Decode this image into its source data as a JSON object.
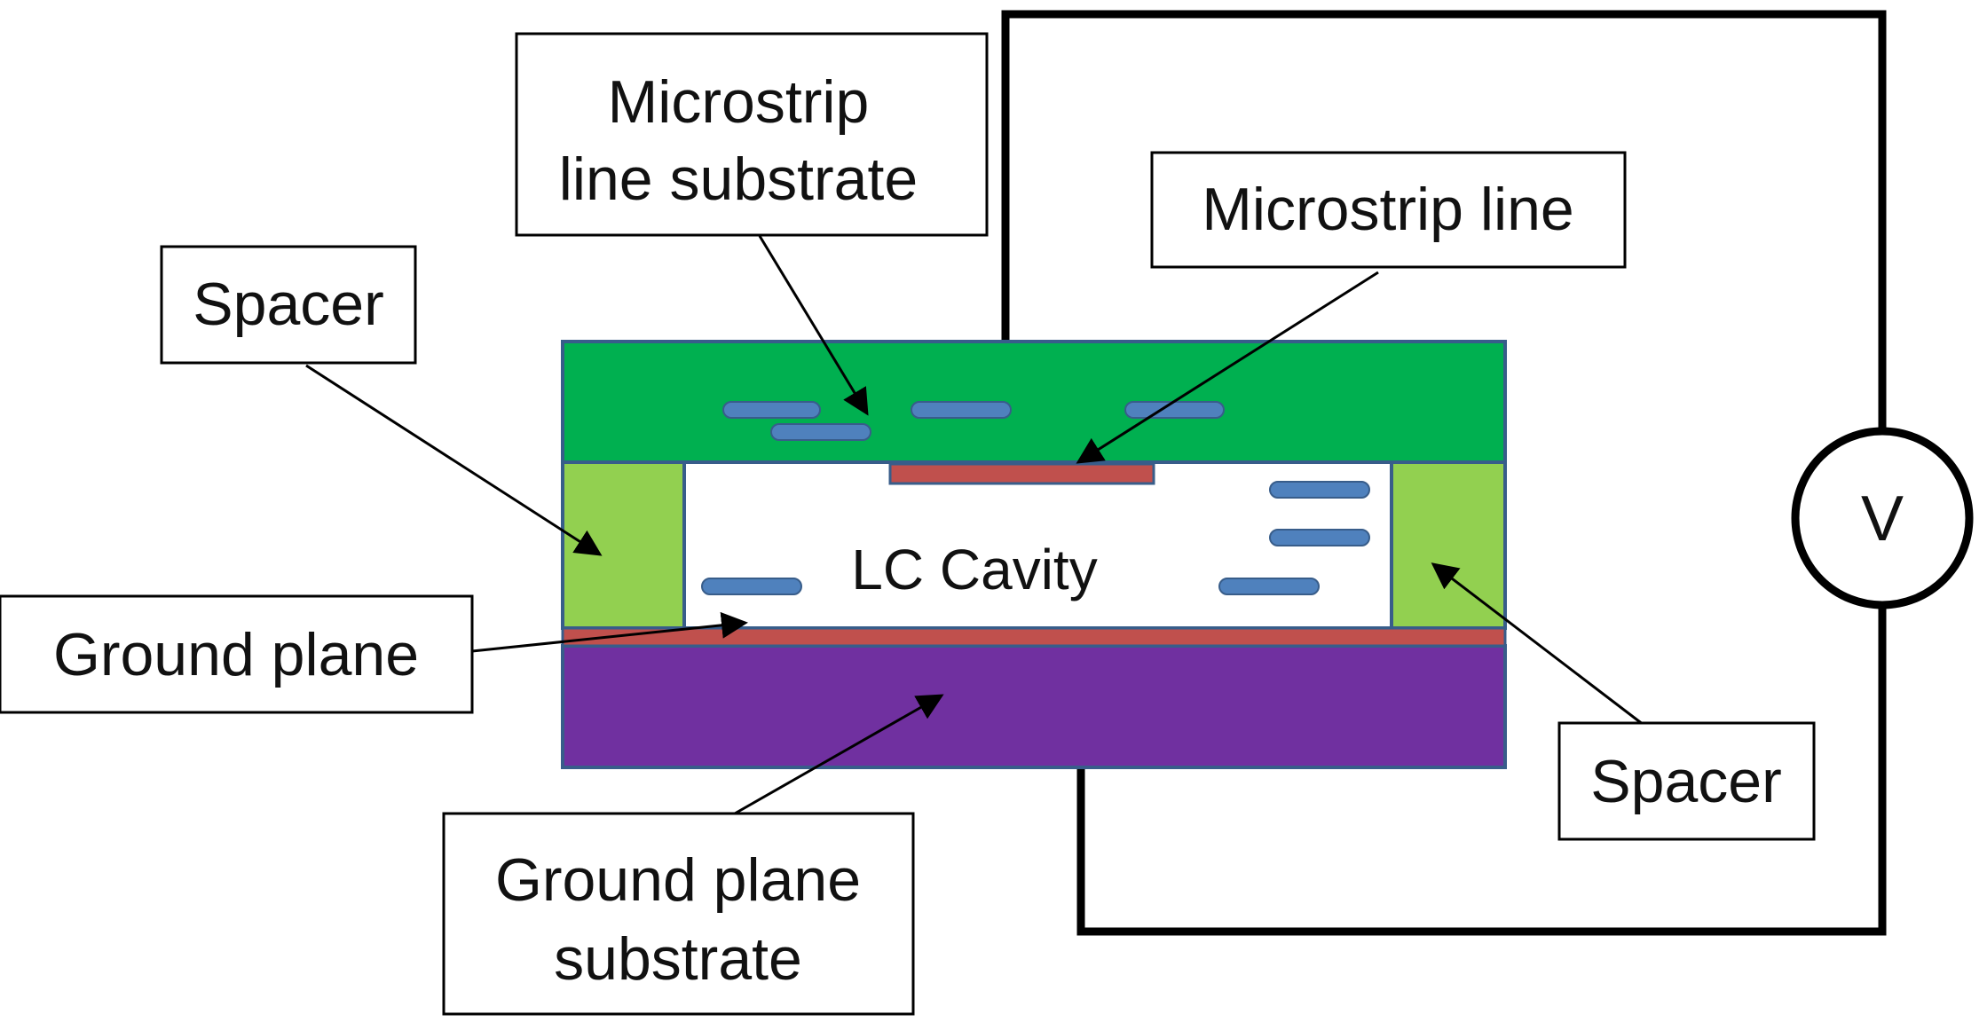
{
  "labels": {
    "microstrip_line_substrate": [
      "Microstrip",
      "line substrate"
    ],
    "microstrip_line": "Microstrip line",
    "spacer_left": "Spacer",
    "spacer_right": "Spacer",
    "ground_plane": "Ground plane",
    "ground_plane_substrate": [
      "Ground plane",
      "substrate"
    ],
    "lc_cavity": "LC Cavity",
    "voltage_source": "V"
  },
  "colors": {
    "top_substrate": "#00b050",
    "bottom_substrate": "#7030a0",
    "spacer": "#92d050",
    "metal": "#c0504d",
    "lc_molecule": "#4f81bd",
    "block_outline": "#385d8a",
    "wire": "#000000",
    "background": "#ffffff"
  },
  "icons": {
    "voltage_source": "circle-v-icon",
    "lc_molecule": "rounded-bar-icon"
  }
}
